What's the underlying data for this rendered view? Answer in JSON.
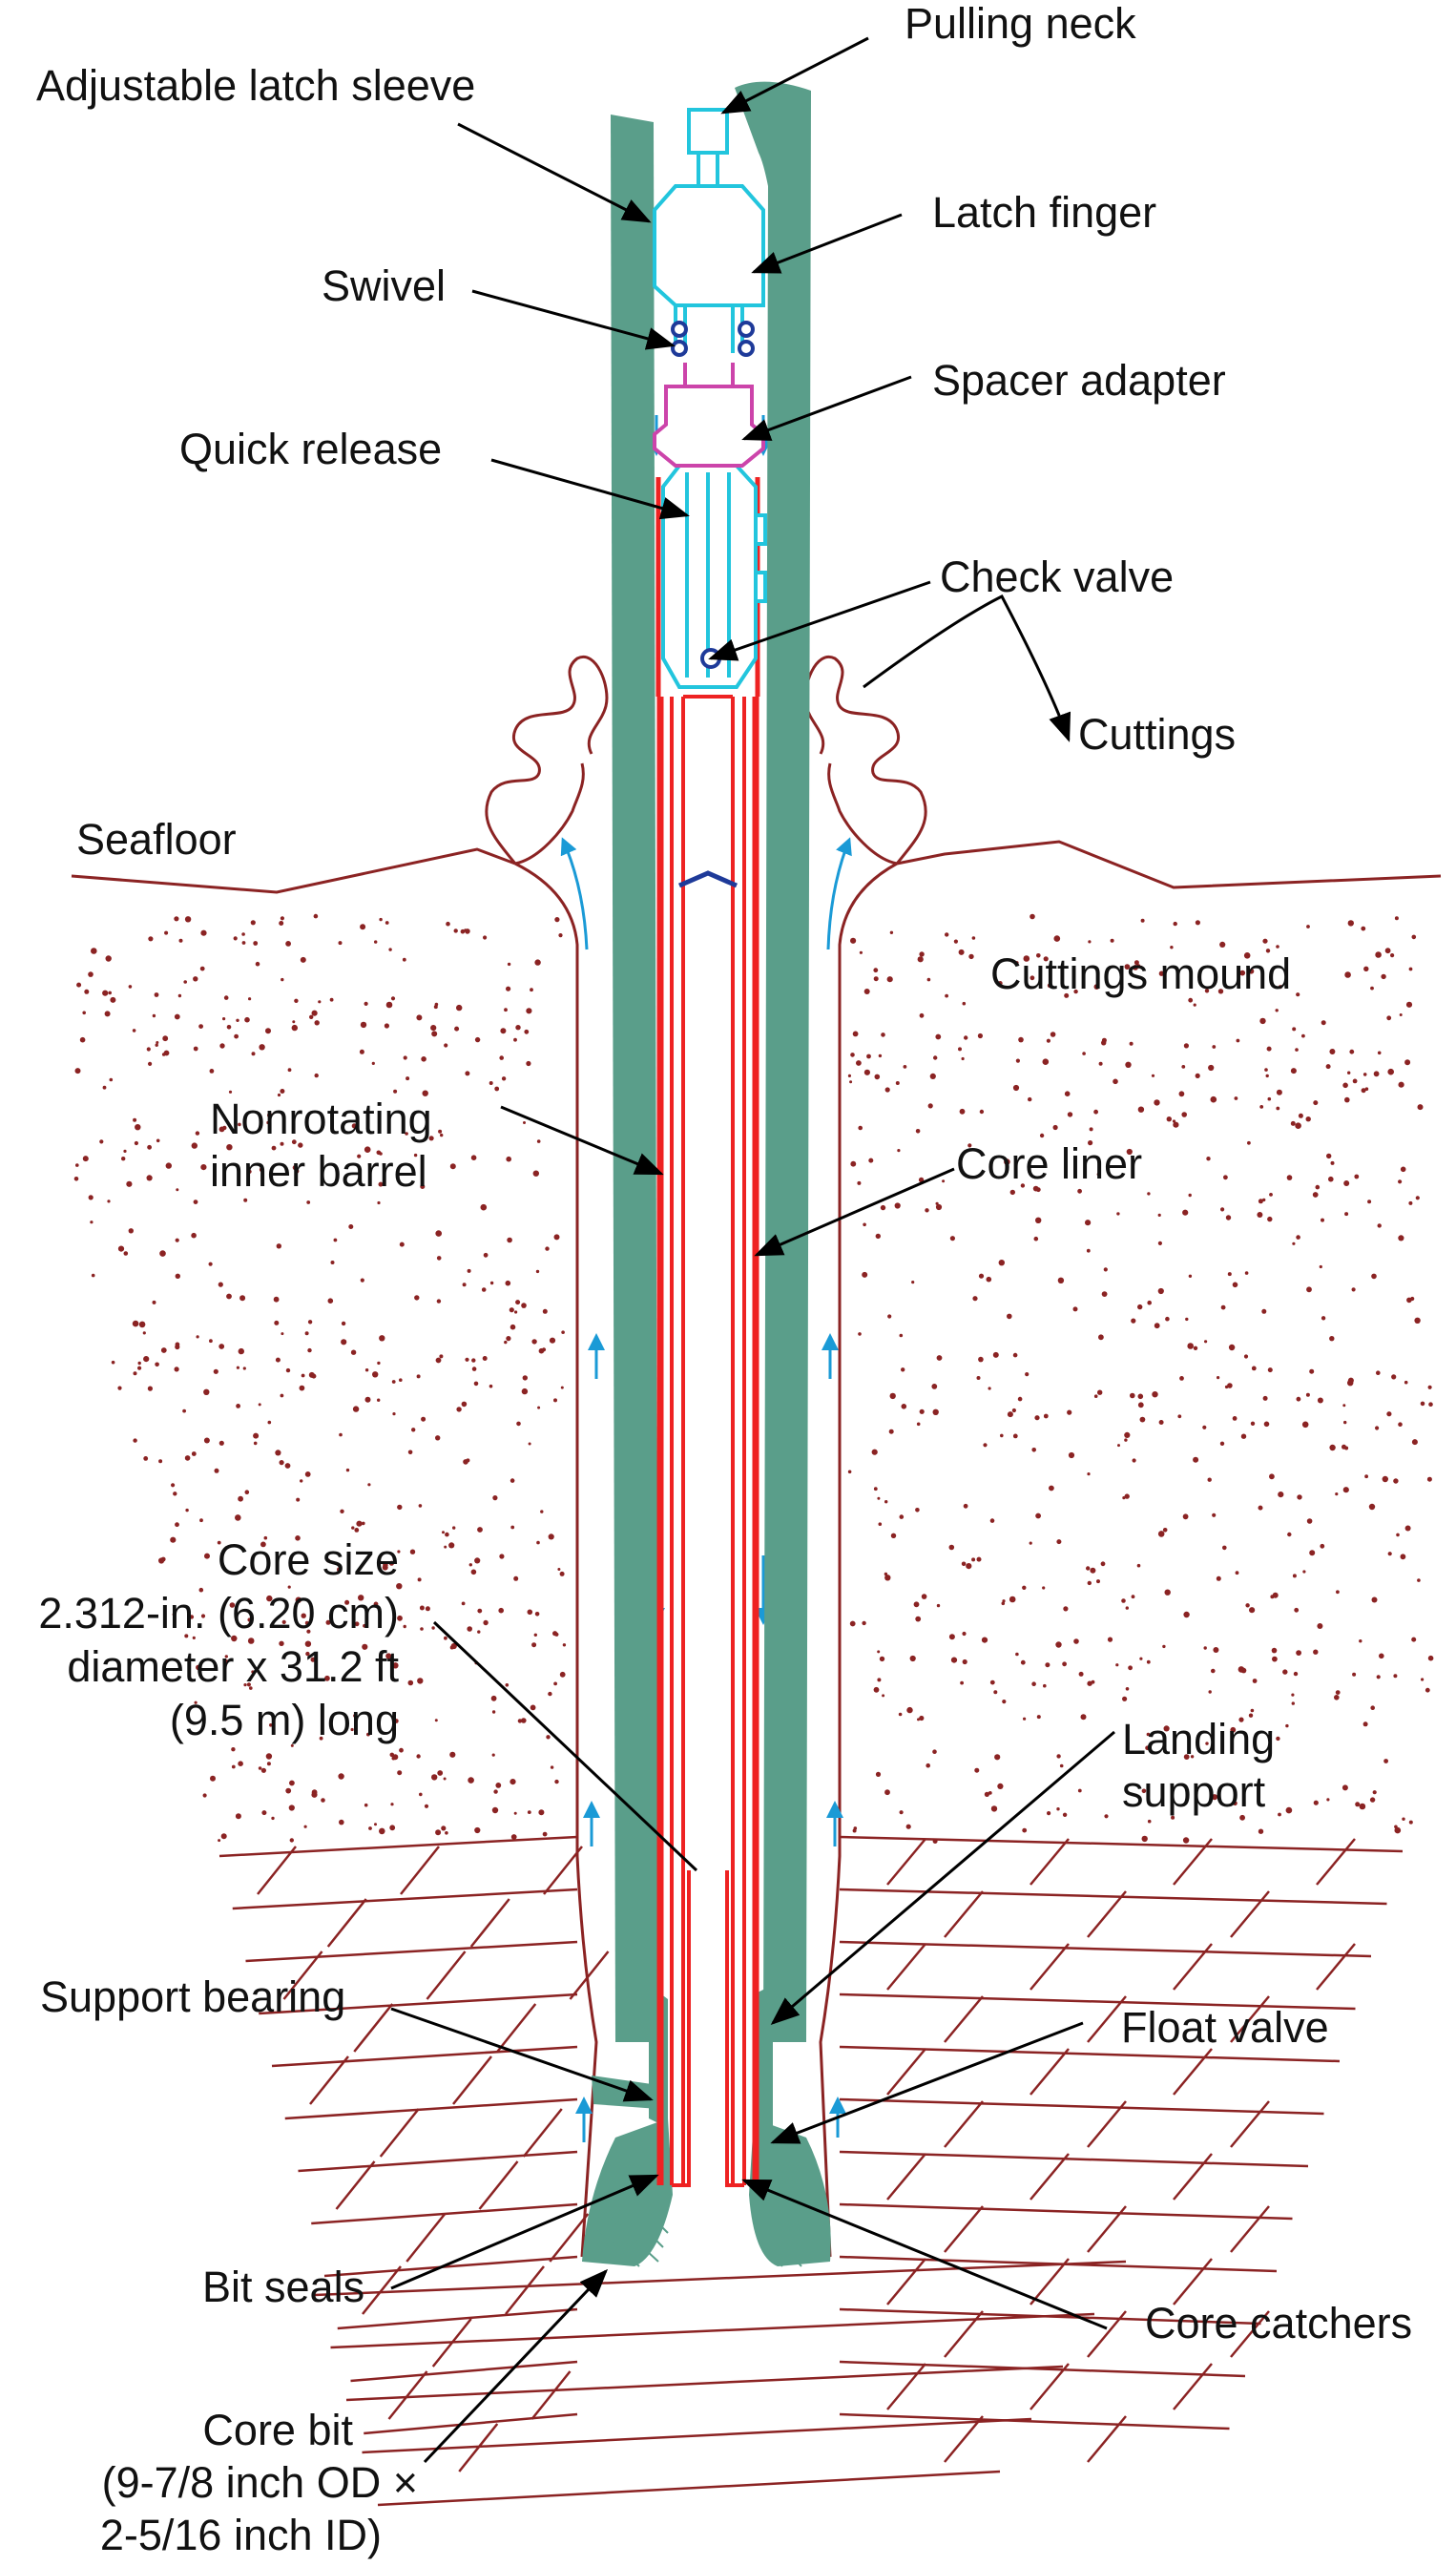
{
  "colors": {
    "sediment": "#8b2323",
    "outer_barrel": "#5a9e8a",
    "inner_barrel": "#ee2222",
    "tool": "#22c5dd",
    "spacer": "#cc44aa",
    "flow": "#1a9ad6",
    "seal": "#1e3a99",
    "label": "#111111"
  },
  "labels": {
    "pulling_neck": "Pulling neck",
    "adjustable_latch_sleeve": "Adjustable latch sleeve",
    "latch_finger": "Latch finger",
    "swivel": "Swivel",
    "spacer_adapter": "Spacer adapter",
    "quick_release": "Quick release",
    "check_valve": "Check valve",
    "cuttings": "Cuttings",
    "seafloor": "Seafloor",
    "cuttings_mound": "Cuttings mound",
    "nonrotating_1": "Nonrotating",
    "nonrotating_2": "inner barrel",
    "core_liner": "Core liner",
    "core_size_1": "Core size",
    "core_size_2": "2.312-in. (6.20 cm)",
    "core_size_3": "diameter x 31.2 ft",
    "core_size_4": "(9.5 m) long",
    "landing_1": "Landing",
    "landing_2": "support",
    "support_bearing": "Support bearing",
    "float_valve": "Float valve",
    "bit_seals": "Bit seals",
    "core_catchers": "Core catchers",
    "core_bit_1": "Core bit",
    "core_bit_2": "(9-7/8 inch OD ×",
    "core_bit_3": "2-5/16 inch ID)"
  }
}
